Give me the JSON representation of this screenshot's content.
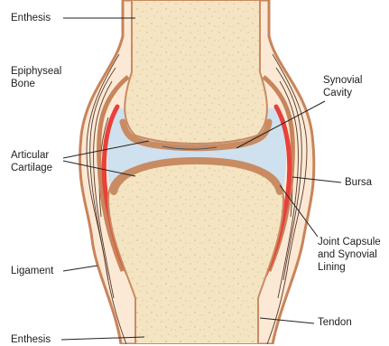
{
  "labels": {
    "enthesis_top": "Enthesis",
    "epiphyseal_bone": "Epiphyseal\nBone",
    "synovial_cavity": "Synovial\nCavity",
    "articular_cartilage": "Articular\nCartilage",
    "bursa": "Bursa",
    "joint_capsule": "Joint Capsule\nand Synovial\nLining",
    "ligament": "Ligament",
    "tendon": "Tendon",
    "enthesis_bottom": "Enthesis"
  },
  "colors": {
    "bone": "#f4e4c2",
    "bone_speckle": "#dcc9a2",
    "cartilage": "#c98b62",
    "capsule": "#c8845a",
    "fluid": "#cfe0ee",
    "bursa_red": "#e8403a",
    "tissue": "#fbe9d6",
    "fiber": "#5a3a28",
    "leader": "#222222"
  }
}
